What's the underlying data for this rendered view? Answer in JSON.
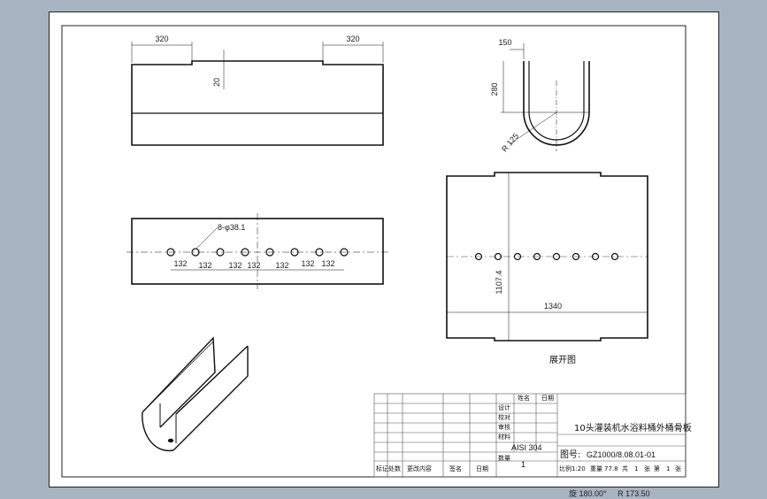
{
  "top_view": {
    "dims": [
      "320",
      "320",
      "20"
    ]
  },
  "side_view": {
    "dims": [
      "150",
      "280",
      "R 125"
    ]
  },
  "hole_view": {
    "hole_callout": "8-φ38.1",
    "spacing": [
      "132",
      "132",
      "132",
      "132",
      "132",
      "132",
      "132"
    ]
  },
  "flat_view": {
    "height_dim": "1107.4",
    "width_dim": "1340",
    "caption": "展开图"
  },
  "title_block": {
    "part_title": "10头灌装机水浴料桶外桶骨板",
    "material": "AISI 304",
    "drawing_no_label": "图号:",
    "drawing_no": "GZ1000/8.08.01-01",
    "quantity_label": "数量",
    "quantity": "1",
    "header_name": "姓名",
    "header_date": "日期",
    "role_design": "设计",
    "role_check": "校对",
    "role_review": "审核",
    "role_material": "材料",
    "bottom_labels": [
      "标记处数",
      "更改内容",
      "签名",
      "日期"
    ],
    "scale_row": [
      "比例",
      "1:20",
      "重量",
      "77.8",
      "共",
      "1",
      "张",
      "第",
      "1",
      "张"
    ]
  },
  "status_bar": {
    "angle": "旋 180.00°",
    "radius": "R 173.50"
  }
}
